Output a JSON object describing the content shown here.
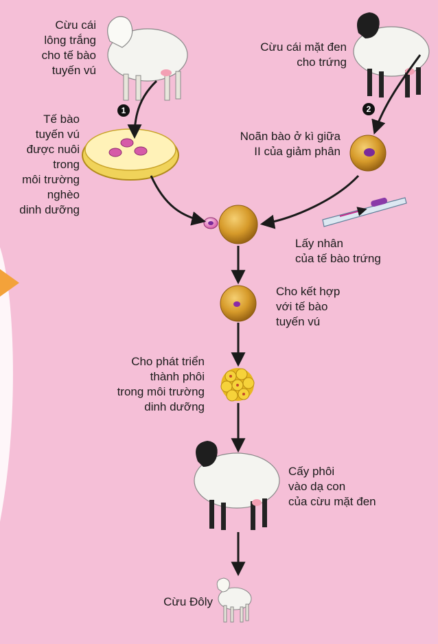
{
  "labels": {
    "white_sheep": "Cừu cái\nlông trắng\ncho tế bào\ntuyến vú",
    "black_face_sheep": "Cừu cái mặt đen\ncho trứng",
    "cultured_cells": "Tế bào\ntuyến vú\nđược nuôi\ntrong\nmôi trường\nnghèo\ndinh dưỡng",
    "oocyte": "Noãn bào ở kì giữa\nII của giảm phân",
    "remove_nucleus": "Lấy nhân\ncủa tế bào trứng",
    "fuse": "Cho kết hợp\nvới tế bào\ntuyến vú",
    "develop": "Cho phát triển\nthành phôi\ntrong môi trường\ndinh dưỡng",
    "implant": "Cấy phôi\nvào dạ con\ncủa cừu mặt đen",
    "dolly": "Cừu Đôly"
  },
  "step_badges": [
    "1",
    "2"
  ],
  "colors": {
    "background": "#f5bfd7",
    "egg": "#d49a2a",
    "egg_light": "#f0c86a",
    "cell_pink": "#d65aa8",
    "nucleus": "#7a2a9a",
    "arrow": "#1a1a1a",
    "accent_orange": "#f3a23a"
  }
}
